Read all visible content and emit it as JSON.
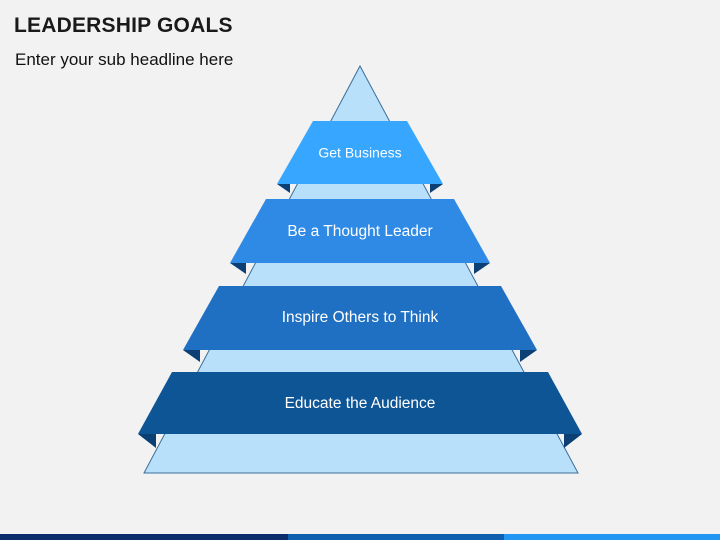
{
  "slide": {
    "title": "LEADERSHIP GOALS",
    "subtitle": "Enter your sub headline here"
  },
  "pyramid": {
    "levels": [
      {
        "label": "Get Business",
        "color": "#37a6ff"
      },
      {
        "label": "Be a Thought Leader",
        "color": "#2f8ae6"
      },
      {
        "label": "Inspire Others to Think",
        "color": "#1f6fc2"
      },
      {
        "label": "Educate the Audience",
        "color": "#0e5596"
      }
    ],
    "body_color": "#b9e0fb",
    "fold_color": "#0c3f73"
  },
  "footer": {
    "colors": [
      "#0b2d6b",
      "#1060b0",
      "#2196f3"
    ]
  }
}
